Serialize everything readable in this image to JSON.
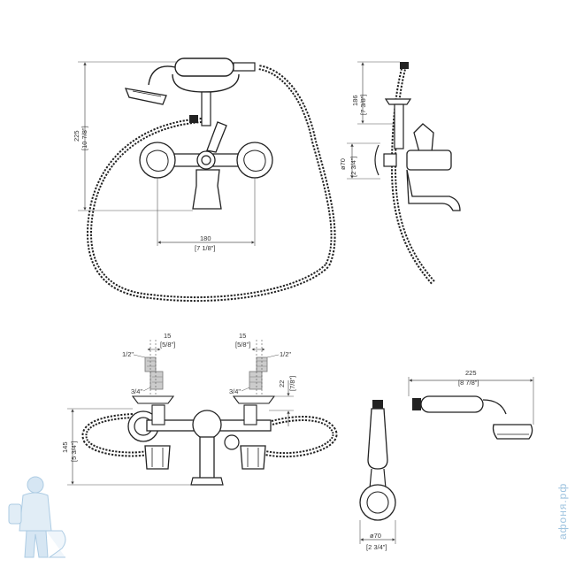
{
  "colors": {
    "line": "#222222",
    "dim": "#555555",
    "hatch": "#888888",
    "watermark": "#9ec3df"
  },
  "front_view": {
    "height_mm": "225",
    "height_in": "[10 7/8\"]",
    "width_mm": "180",
    "width_in": "[7 1/8\"]"
  },
  "side_view": {
    "height_mm": "186",
    "height_in": "[7 3/8\"]",
    "rosette_mm": "ø70",
    "rosette_in": "[2 3/4\"]"
  },
  "top_view": {
    "left_offset_mm": "15",
    "left_offset_in": "[5/8\"]",
    "right_offset_mm": "15",
    "right_offset_in": "[5/8\"]",
    "thread_half_left": "1/2\"",
    "thread_half_right": "1/2\"",
    "thread_3q_left": "3/4\"",
    "thread_3q_right": "3/4\"",
    "rise_mm": "22",
    "rise_in": "[7/8\"]",
    "height_mm": "145",
    "height_in": "[5 3/4\"]"
  },
  "handshower": {
    "length_mm": "225",
    "length_in": "[8 7/8\"]"
  },
  "wall_bracket": {
    "diameter_mm": "ø70",
    "diameter_in": "[2 3/4\"]"
  },
  "watermark": {
    "text": "афоня.рф",
    "icon": "plumber-mascot-icon"
  }
}
